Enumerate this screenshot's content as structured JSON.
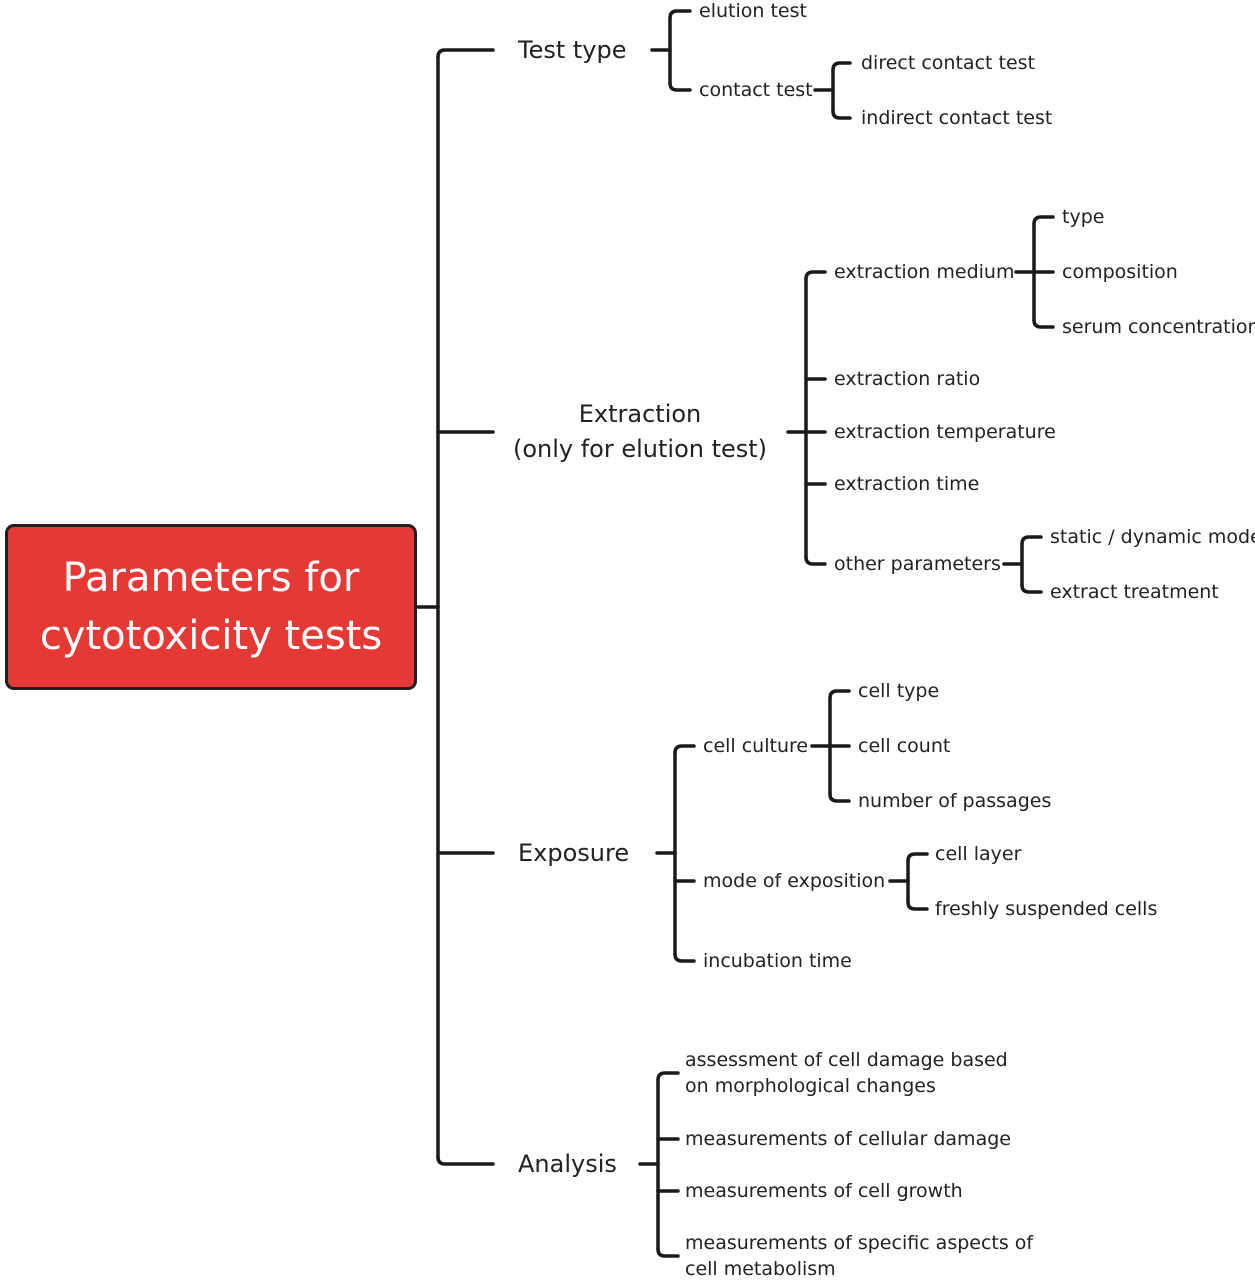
{
  "root": {
    "line1": "Parameters for",
    "line2": "cytotoxicity tests"
  },
  "colors": {
    "root_fill": "#e53935",
    "line": "#1a1a1a",
    "text": "#222222"
  },
  "branches": {
    "test_type": {
      "label": "Test type",
      "elution": "elution test",
      "contact": "contact test",
      "direct": "direct contact test",
      "indirect": "indirect contact test"
    },
    "extraction": {
      "line1": "Extraction",
      "line2": "(only for elution test)",
      "medium": "extraction medium",
      "medium_type": "type",
      "composition": "composition",
      "serum": "serum concentration",
      "ratio": "extraction ratio",
      "temperature": "extraction temperature",
      "time": "extraction time",
      "other": "other parameters",
      "mode": "static / dynamic mode",
      "treatment": "extract treatment"
    },
    "exposure": {
      "label": "Exposure",
      "cell_culture": "cell culture",
      "cell_type": "cell type",
      "cell_count": "cell count",
      "passages": "number of passages",
      "mode": "mode of exposition",
      "cell_layer": "cell layer",
      "suspended": "freshly suspended cells",
      "incubation": "incubation time"
    },
    "analysis": {
      "label": "Analysis",
      "morph": "assessment of cell damage based on morphological changes",
      "cellular": "measurements of cellular damage",
      "growth": "measurements of cell growth",
      "metabolism": "measurements of specific aspects of cell metabolism"
    }
  }
}
